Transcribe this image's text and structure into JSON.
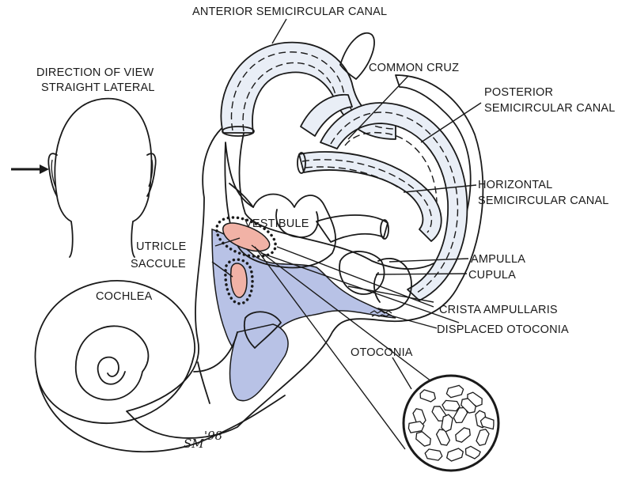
{
  "figure": {
    "title_line1": "DIRECTION OF VIEW",
    "title_line2": "STRAIGHT LATERAL",
    "signature_initials": "SM",
    "signature_year": "'98"
  },
  "labels": {
    "anterior_canal": "ANTERIOR SEMICIRCULAR CANAL",
    "common_cruz": "COMMON CRUZ",
    "posterior_canal_line1": "POSTERIOR",
    "posterior_canal_line2": "SEMICIRCULAR CANAL",
    "horizontal_canal_line1": "HORIZONTAL",
    "horizontal_canal_line2": "SEMICIRCULAR CANAL",
    "vestibule": "VESTIBULE",
    "utricle": "UTRICLE",
    "saccule": "SACCULE",
    "cochlea": "COCHLEA",
    "ampulla": "AMPULLA",
    "cupula": "CUPULA",
    "crista_ampullaris": "CRISTA AMPULLARIS",
    "displaced_otoconia": "DISPLACED OTOCONIA",
    "otoconia": "OTOCONIA"
  },
  "colors": {
    "canal_fill": "#e9eef6",
    "endolymph_fill": "#b8c2e6",
    "macula_fill": "#f1b2a6",
    "line": "#1a1a1a"
  }
}
